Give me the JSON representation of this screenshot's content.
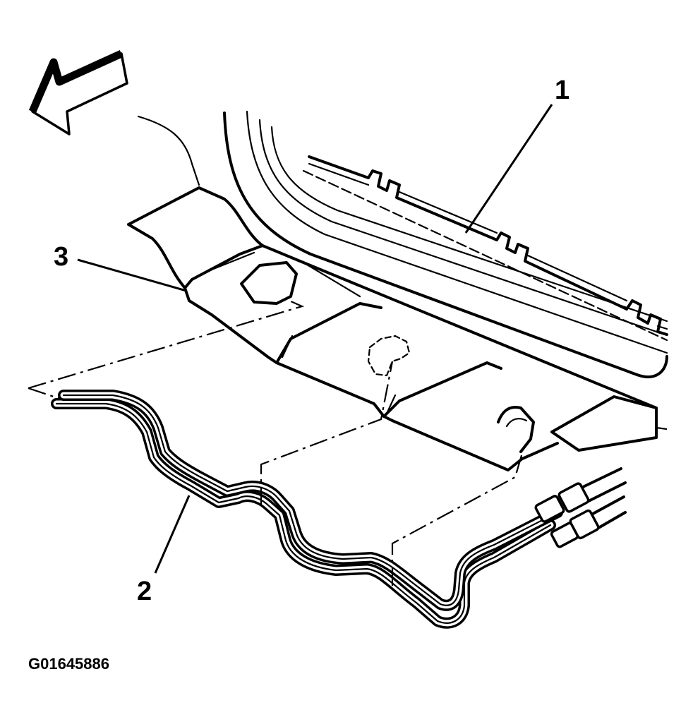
{
  "callouts": {
    "one": "1",
    "two": "2",
    "three": "3"
  },
  "figure_code": "G01645886",
  "icons": {
    "direction_arrow": "front-direction-arrow-icon"
  }
}
